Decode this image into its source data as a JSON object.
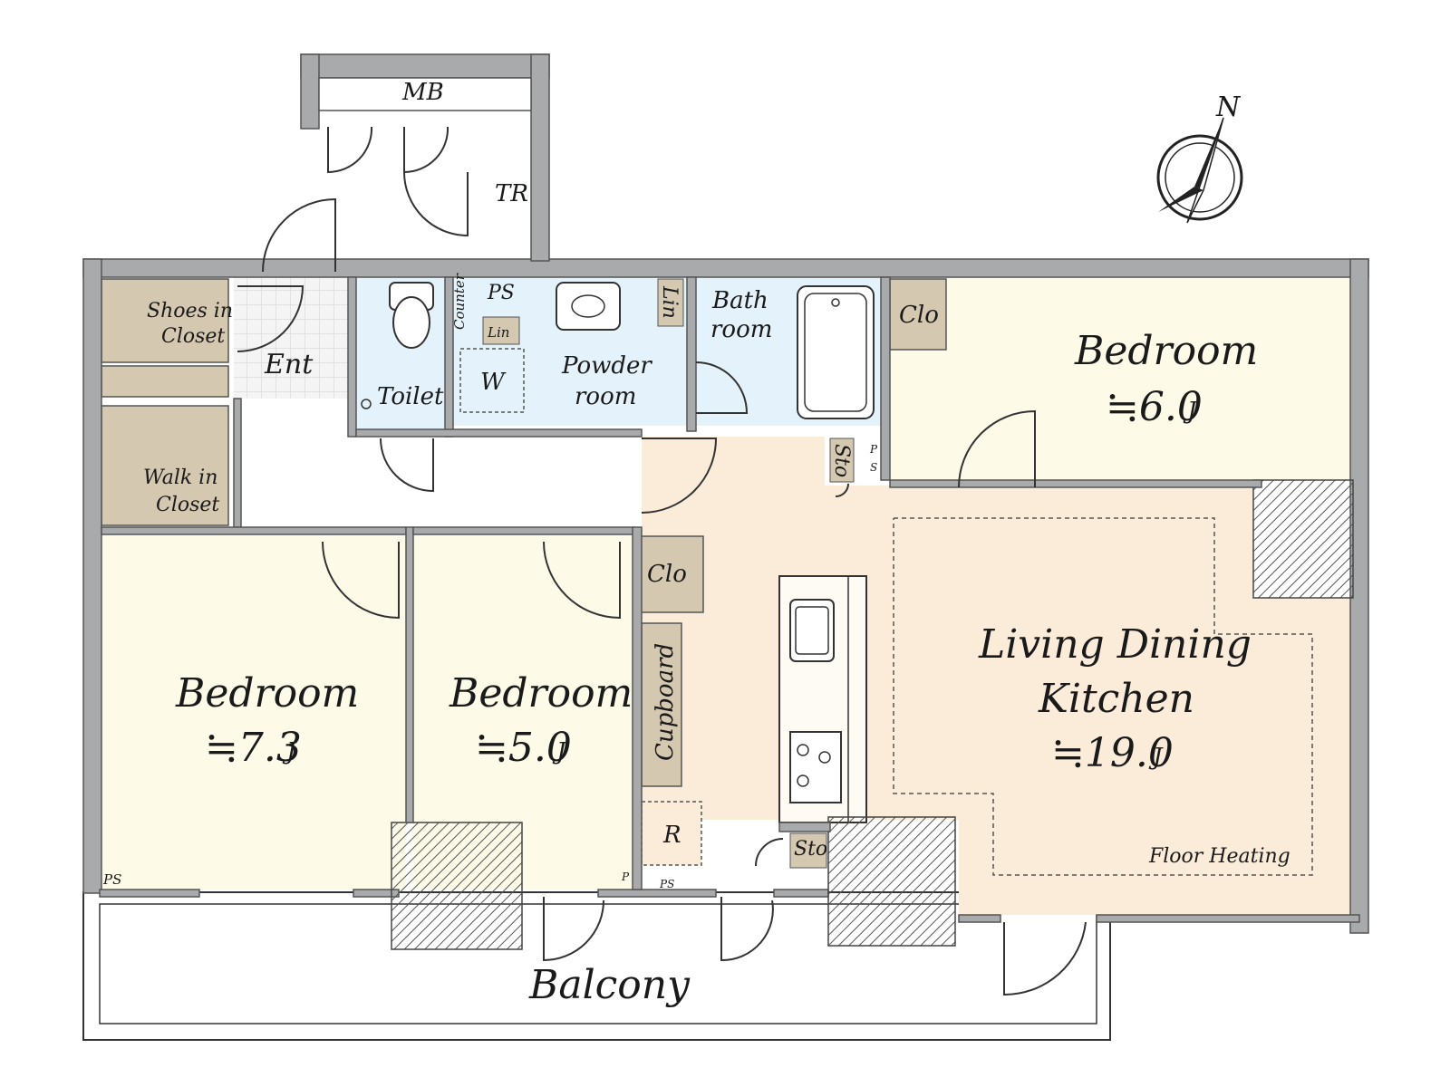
{
  "colors": {
    "wall": "#a9aaac",
    "wall_edge": "#555555",
    "bedroom_floor": "#fdfbe8",
    "ldk_floor": "#fbecd9",
    "wet_floor": "#e4f2fb",
    "storage": "#d4c8b1",
    "entrance_tile": "#f2f2f2",
    "line": "#333333"
  },
  "labels": {
    "mb": "MB",
    "tr": "TR",
    "shoes_closet_1": "Shoes in",
    "shoes_closet_2": "Closet",
    "ent": "Ent",
    "walk_in_1": "Walk in",
    "walk_in_2": "Closet",
    "toilet": "Toilet",
    "counter": "Counter",
    "ps": "PS",
    "lin": "Lin",
    "w": "W",
    "powder_1": "Powder",
    "powder_2": "room",
    "bath_1": "Bath",
    "bath_2": "room",
    "clo": "Clo",
    "sto": "Sto",
    "ps_small_1": "P",
    "ps_small_2": "S",
    "bedroom": "Bedroom",
    "bedroom_ne_size": "≒6.0",
    "bedroom_w_size": "≒7.3",
    "bedroom_c_size": "≒5.0",
    "unit_j": "J",
    "cupboard": "Cupboard",
    "r": "R",
    "ldk_1": "Living Dining",
    "ldk_2": "Kitchen",
    "ldk_size": "≒19.0",
    "floor_heating": "Floor Heating",
    "balcony": "Balcony",
    "north": "N"
  }
}
